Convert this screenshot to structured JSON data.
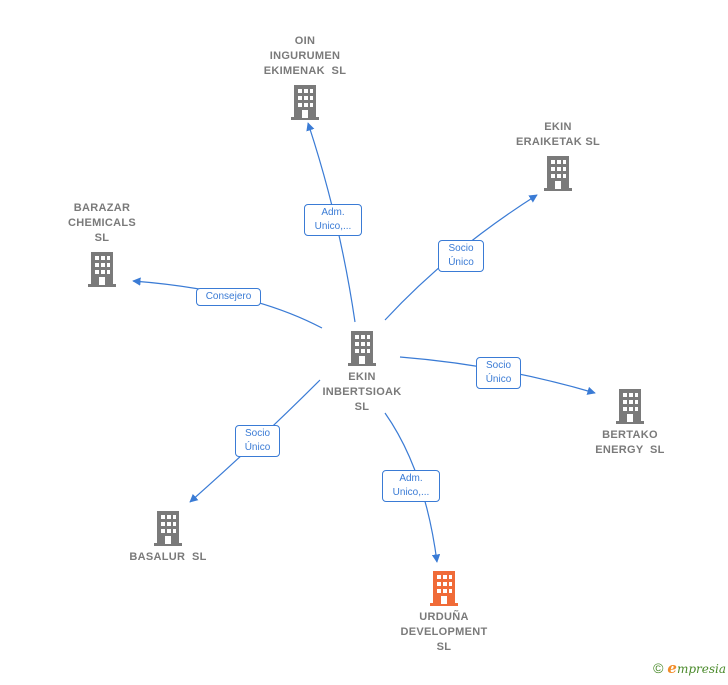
{
  "nodes": {
    "center": {
      "name": "EKIN\nINBERTSIOAK\nSL"
    },
    "oin": {
      "name": "OIN\nINGURUMEN\nEKIMENAK  SL"
    },
    "ekin_eraiketak": {
      "name": "EKIN\nERAIKETAK SL"
    },
    "barazar": {
      "name": "BARAZAR\nCHEMICALS\nSL"
    },
    "bertako": {
      "name": "BERTAKO\nENERGY  SL"
    },
    "basalur": {
      "name": "BASALUR  SL"
    },
    "urduna": {
      "name": "URDUÑA\nDEVELOPMENT\nSL"
    }
  },
  "edges": {
    "oin": {
      "label": "Adm.\nUnico,..."
    },
    "ekin_eraiketak": {
      "label": "Socio\nÚnico"
    },
    "barazar": {
      "label": "Consejero"
    },
    "bertako": {
      "label": "Socio\nÚnico"
    },
    "basalur": {
      "label": "Socio\nÚnico"
    },
    "urduna": {
      "label": "Adm.\nUnico,..."
    }
  },
  "colors": {
    "edge": "#3a7bd5",
    "building": "#7a7a7a",
    "highlight_building": "#f06b38"
  },
  "footer": {
    "copyright": "©",
    "brand_first": "e",
    "brand_rest": "mpresia"
  }
}
